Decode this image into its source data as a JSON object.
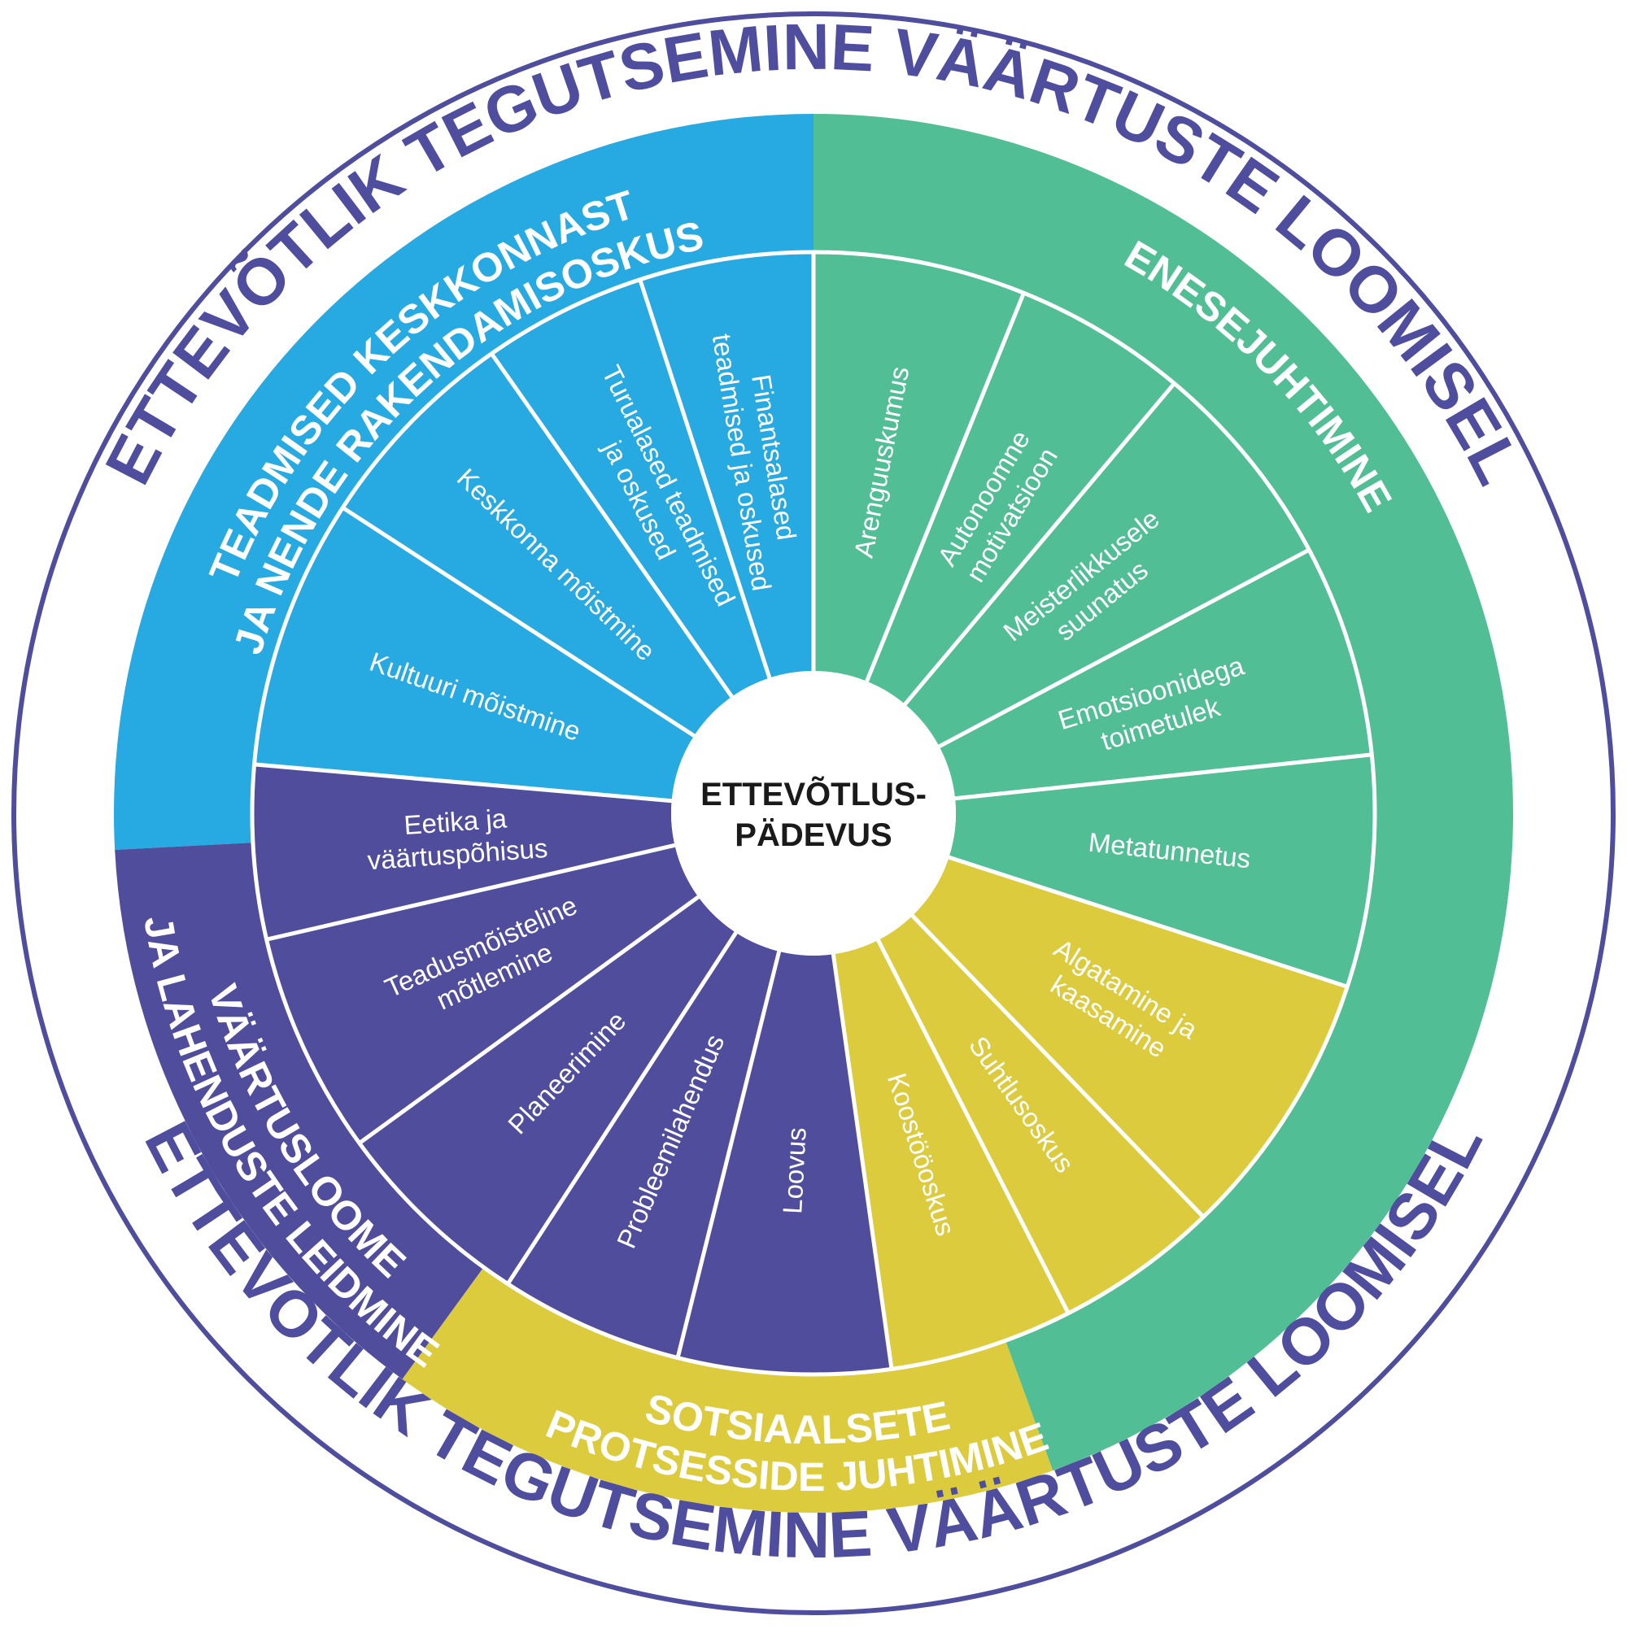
{
  "colors": {
    "blue": "#27a9e1",
    "green": "#52be96",
    "yellow": "#dccb3c",
    "purple": "#514d9d",
    "ring": "#4f4d9e",
    "divider": "#ffffff",
    "center_text": "#1a1a1a"
  },
  "center": {
    "line1": "ETTEVÕTLUS-",
    "line2": "PÄDEVUS"
  },
  "outer_ring": {
    "top": "ETTEVÕTLIK TEGUTSEMINE VÄÄRTUSTE LOOMISEL",
    "bottom": "ETTEVÕTLIK TEGUTSEMINE VÄÄRTUSTE LOOMISEL"
  },
  "categories": [
    {
      "key": "blue",
      "color": "blue",
      "line1": "TEADMISED KESKKONNAST",
      "line2": "JA NENDE RAKENDAMISOSKUS"
    },
    {
      "key": "green",
      "color": "green",
      "line1": "ENESEJUHTIMINE",
      "line2": ""
    },
    {
      "key": "yellow",
      "color": "yellow",
      "line1": "SOTSIAALSETE",
      "line2": "PROTSESSIDE JUHTIMINE"
    },
    {
      "key": "purple",
      "color": "purple",
      "line1": "VÄÄRTUSLOOME",
      "line2": "JA LAHENDUSTE LEIDMINE"
    }
  ],
  "items": [
    {
      "category": "blue",
      "lines": [
        "Kultuuri mõistmine"
      ]
    },
    {
      "category": "blue",
      "lines": [
        "Keskkonna mõistmine"
      ]
    },
    {
      "category": "blue",
      "lines": [
        "Turualased teadmised",
        "ja oskused"
      ]
    },
    {
      "category": "blue",
      "lines": [
        "Finantsalased",
        "teadmised ja oskused"
      ]
    },
    {
      "category": "green",
      "lines": [
        "Arenguuskumus"
      ]
    },
    {
      "category": "green",
      "lines": [
        "Autonoomne",
        "motivatsioon"
      ]
    },
    {
      "category": "green",
      "lines": [
        "Meisterlikkusele",
        "suunatus"
      ]
    },
    {
      "category": "green",
      "lines": [
        "Emotsioonidega",
        "toimetulek"
      ]
    },
    {
      "category": "green",
      "lines": [
        "Metatunnetus"
      ]
    },
    {
      "category": "yellow",
      "lines": [
        "Algatamine ja",
        "kaasamine"
      ]
    },
    {
      "category": "yellow",
      "lines": [
        "Suhtlusoskus"
      ]
    },
    {
      "category": "yellow",
      "lines": [
        "Koostööoskus"
      ]
    },
    {
      "category": "purple",
      "lines": [
        "Loovus"
      ]
    },
    {
      "category": "purple",
      "lines": [
        "Probleemilahendus"
      ]
    },
    {
      "category": "purple",
      "lines": [
        "Planeerimine"
      ]
    },
    {
      "category": "purple",
      "lines": [
        "Teadusmõisteline",
        "mõtlemine"
      ]
    },
    {
      "category": "purple",
      "lines": [
        "Eetika ja",
        "väärtuspõhisus"
      ]
    }
  ]
}
